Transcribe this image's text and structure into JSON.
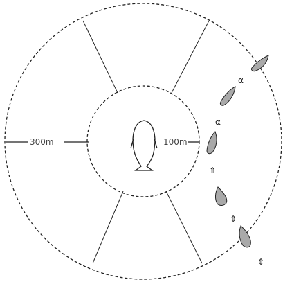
{
  "diagram": {
    "rings": [
      {
        "name": "outer-ring",
        "label": "300m"
      },
      {
        "name": "inner-ring",
        "label": "100m"
      }
    ],
    "center_icon": "whale-icon",
    "boat_icon": "boat-icon",
    "boat_count": 5,
    "marker_labels": [
      "α",
      "α",
      "⇑",
      "⇕",
      "⇕"
    ],
    "colors": {
      "line": "#222222",
      "boat_fill": "#a9a9a9",
      "label": "#444444",
      "background": "#ffffff"
    }
  }
}
